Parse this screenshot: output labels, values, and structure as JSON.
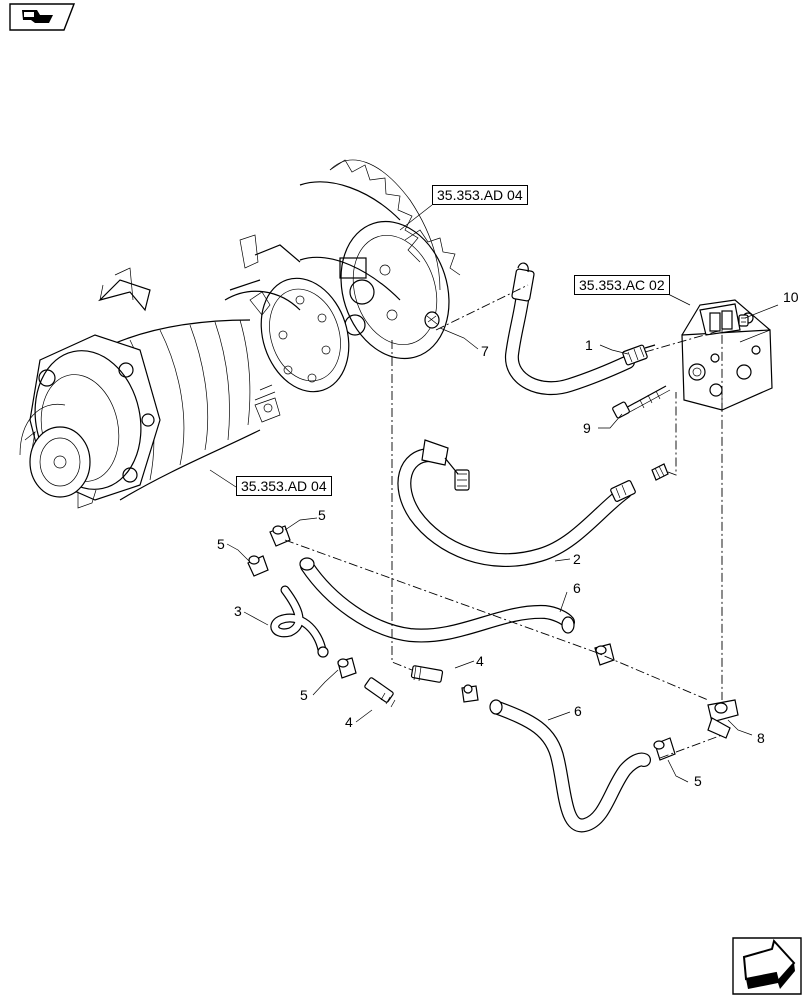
{
  "nav": {
    "top_icon": "previous-page-arrow-icon",
    "bottom_icon": "next-page-arrow-icon"
  },
  "references": [
    {
      "id": "ref-top",
      "label": "35.353.AD 04"
    },
    {
      "id": "ref-right",
      "label": "35.353.AC 02"
    },
    {
      "id": "ref-left",
      "label": "35.353.AD 04"
    }
  ],
  "callouts": [
    {
      "id": "c1",
      "label": "1"
    },
    {
      "id": "c2",
      "label": "2"
    },
    {
      "id": "c3",
      "label": "3"
    },
    {
      "id": "c4a",
      "label": "4"
    },
    {
      "id": "c4b",
      "label": "4"
    },
    {
      "id": "c5a",
      "label": "5"
    },
    {
      "id": "c5b",
      "label": "5"
    },
    {
      "id": "c5c",
      "label": "5"
    },
    {
      "id": "c5d",
      "label": "5"
    },
    {
      "id": "c6a",
      "label": "6"
    },
    {
      "id": "c6b",
      "label": "6"
    },
    {
      "id": "c7",
      "label": "7"
    },
    {
      "id": "c8",
      "label": "8"
    },
    {
      "id": "c9",
      "label": "9"
    },
    {
      "id": "c10",
      "label": "10"
    }
  ]
}
